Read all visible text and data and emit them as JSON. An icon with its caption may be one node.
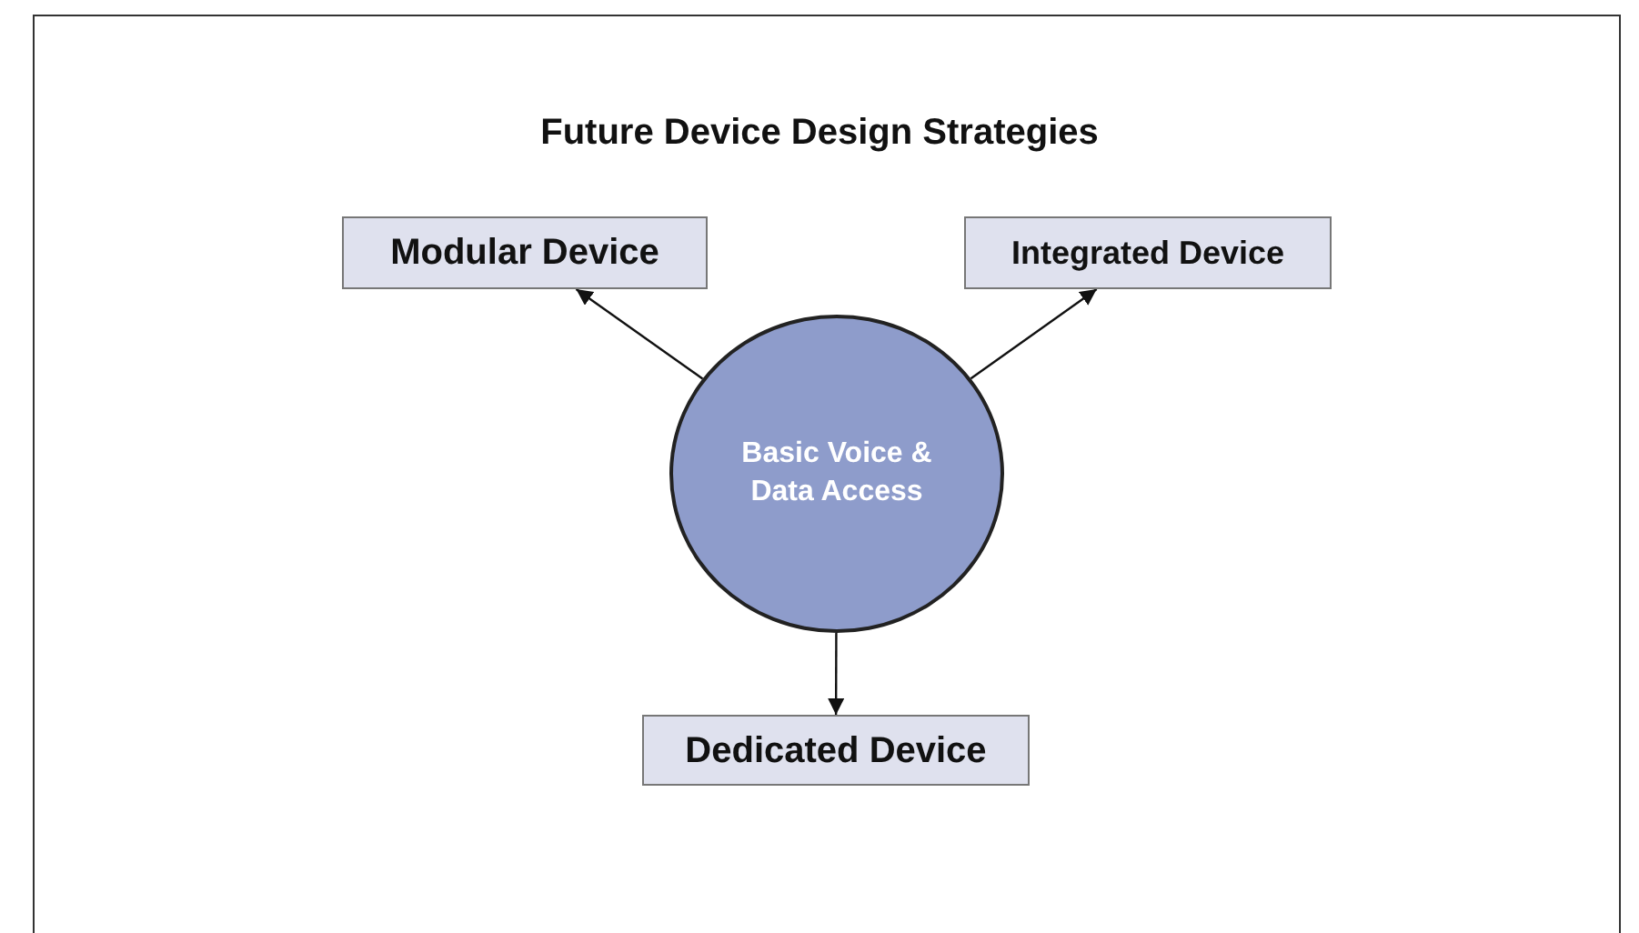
{
  "diagram": {
    "title": "Future Device Design Strategies",
    "nodes": [
      {
        "text": [
          "Modular Device"
        ]
      },
      {
        "text": [
          "Integrated Device"
        ]
      },
      {
        "text": [
          "Basic Voice & Data Access"
        ]
      },
      {
        "text": [
          "Dedicated Device"
        ]
      }
    ],
    "edges": [
      {
        "from": 2,
        "to": 0,
        "arrow": "to"
      },
      {
        "from": 2,
        "to": 1,
        "arrow": "to"
      },
      {
        "from": 2,
        "to": 3,
        "arrow": "to"
      }
    ]
  }
}
